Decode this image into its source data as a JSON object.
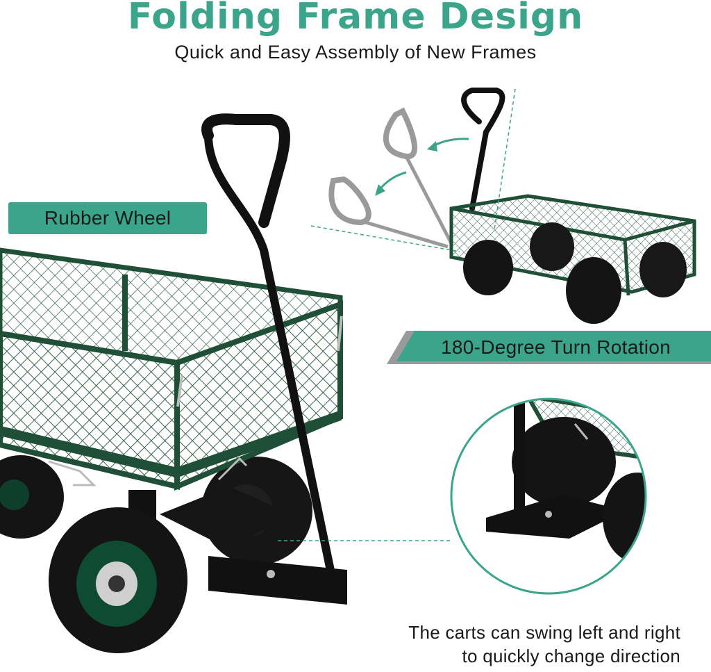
{
  "header": {
    "title": "Folding Frame Design",
    "subtitle": "Quick and Easy Assembly of New Frames"
  },
  "labels": {
    "rubber_wheel": "Rubber Wheel",
    "turn_rotation": "180-Degree Turn Rotation"
  },
  "caption": {
    "line1": "The carts can swing left and right",
    "line2": "to quickly change direction"
  },
  "colors": {
    "accent": "#3aa58b",
    "cart_green": "#1f4f36",
    "tire_black": "#141414",
    "ghost_handle": "#9a9a9a"
  },
  "icons": [
    "arrow-curved-icon",
    "cart-illustration",
    "wheel-closeup-illustration"
  ]
}
